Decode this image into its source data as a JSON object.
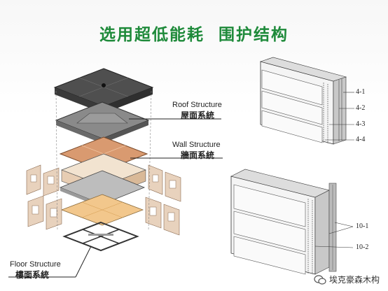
{
  "title": "选用超低能耗  围护结构",
  "labels": {
    "roof_en": "Roof Structure",
    "roof_zh": "屋面系統",
    "wall_en": "Wall Structure",
    "wall_zh": "牆面系統",
    "floor_en": "Floor Structure",
    "floor_zh": "樓面系統"
  },
  "panel_top_labels": [
    "4-1",
    "4-2",
    "4-3",
    "4-4"
  ],
  "panel_bottom_labels": [
    "10-1",
    "10-2"
  ],
  "watermark": "埃克豪森木构",
  "colors": {
    "title": "#1e8a3a",
    "roof_dark": "#5a5a5a",
    "wall_panel": "#e8d2bd",
    "floor_wood": "#f2c78c",
    "copper": "#d99a70"
  }
}
